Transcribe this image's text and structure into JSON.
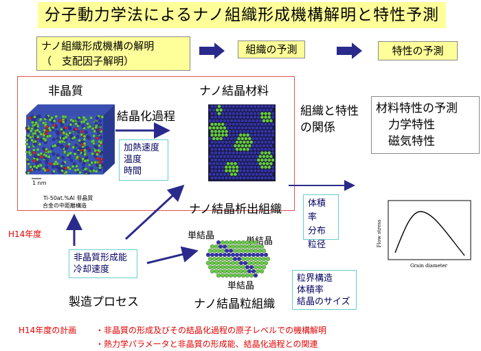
{
  "title": "分子動力学法によるナノ組織形成機構解明と特性予測",
  "top_row": {
    "mechanism_line1": "ナノ組織形成機構の解明",
    "mechanism_line2": "（　支配因子解明）",
    "structure_prediction": "組織の予測",
    "property_prediction": "特性の予測"
  },
  "red_frame": {
    "amorphous_label": "非晶質",
    "nano_material_label": "ナノ結晶材料",
    "crystallization_label": "結晶化過程",
    "params": [
      "加熱速度",
      "温度",
      "時間"
    ],
    "scale_label": "1 nm",
    "caption_line1": "Ti-50at.%Al 非晶質",
    "caption_line2": "合金の中距離構造"
  },
  "relation_label_line1": "組織と特性",
  "relation_label_line2": "の関係",
  "material_props": {
    "head": "材料特性の予測",
    "item1": "力学特性",
    "item2": "磁気特性"
  },
  "precipitation_label": "ナノ結晶析出組織",
  "precip_params": [
    "体積率",
    "分布",
    "粒径"
  ],
  "h14_label": "H14年度",
  "amorphous_params": [
    "非晶質形成能",
    "冷却速度"
  ],
  "process_label": "製造プロセス",
  "grain": {
    "single1": "単結晶",
    "single2": "単結晶",
    "single3": "単結晶",
    "label": "ナノ結晶粒組織"
  },
  "grain_params": [
    "粒界構造",
    "体積率",
    "結晶のサイズ"
  ],
  "plot": {
    "ylabel": "Flow stress",
    "xlabel": "Grain diameter"
  },
  "plan": {
    "label": "H14年度の計画",
    "item1": "・非晶質の形成及びその結晶化過程の原子レベルでの機構解明",
    "item2": "・熱力学パラメータと非晶質の形成能、結晶化過程との関連"
  },
  "colors": {
    "title_bg": "#ffff99",
    "arrow": "#2a2a8c",
    "red_frame": "#e05050",
    "atom_blue": "#3333aa",
    "atom_green": "#66cc44",
    "atom_red": "#dd2222",
    "param_text": "#000060"
  }
}
